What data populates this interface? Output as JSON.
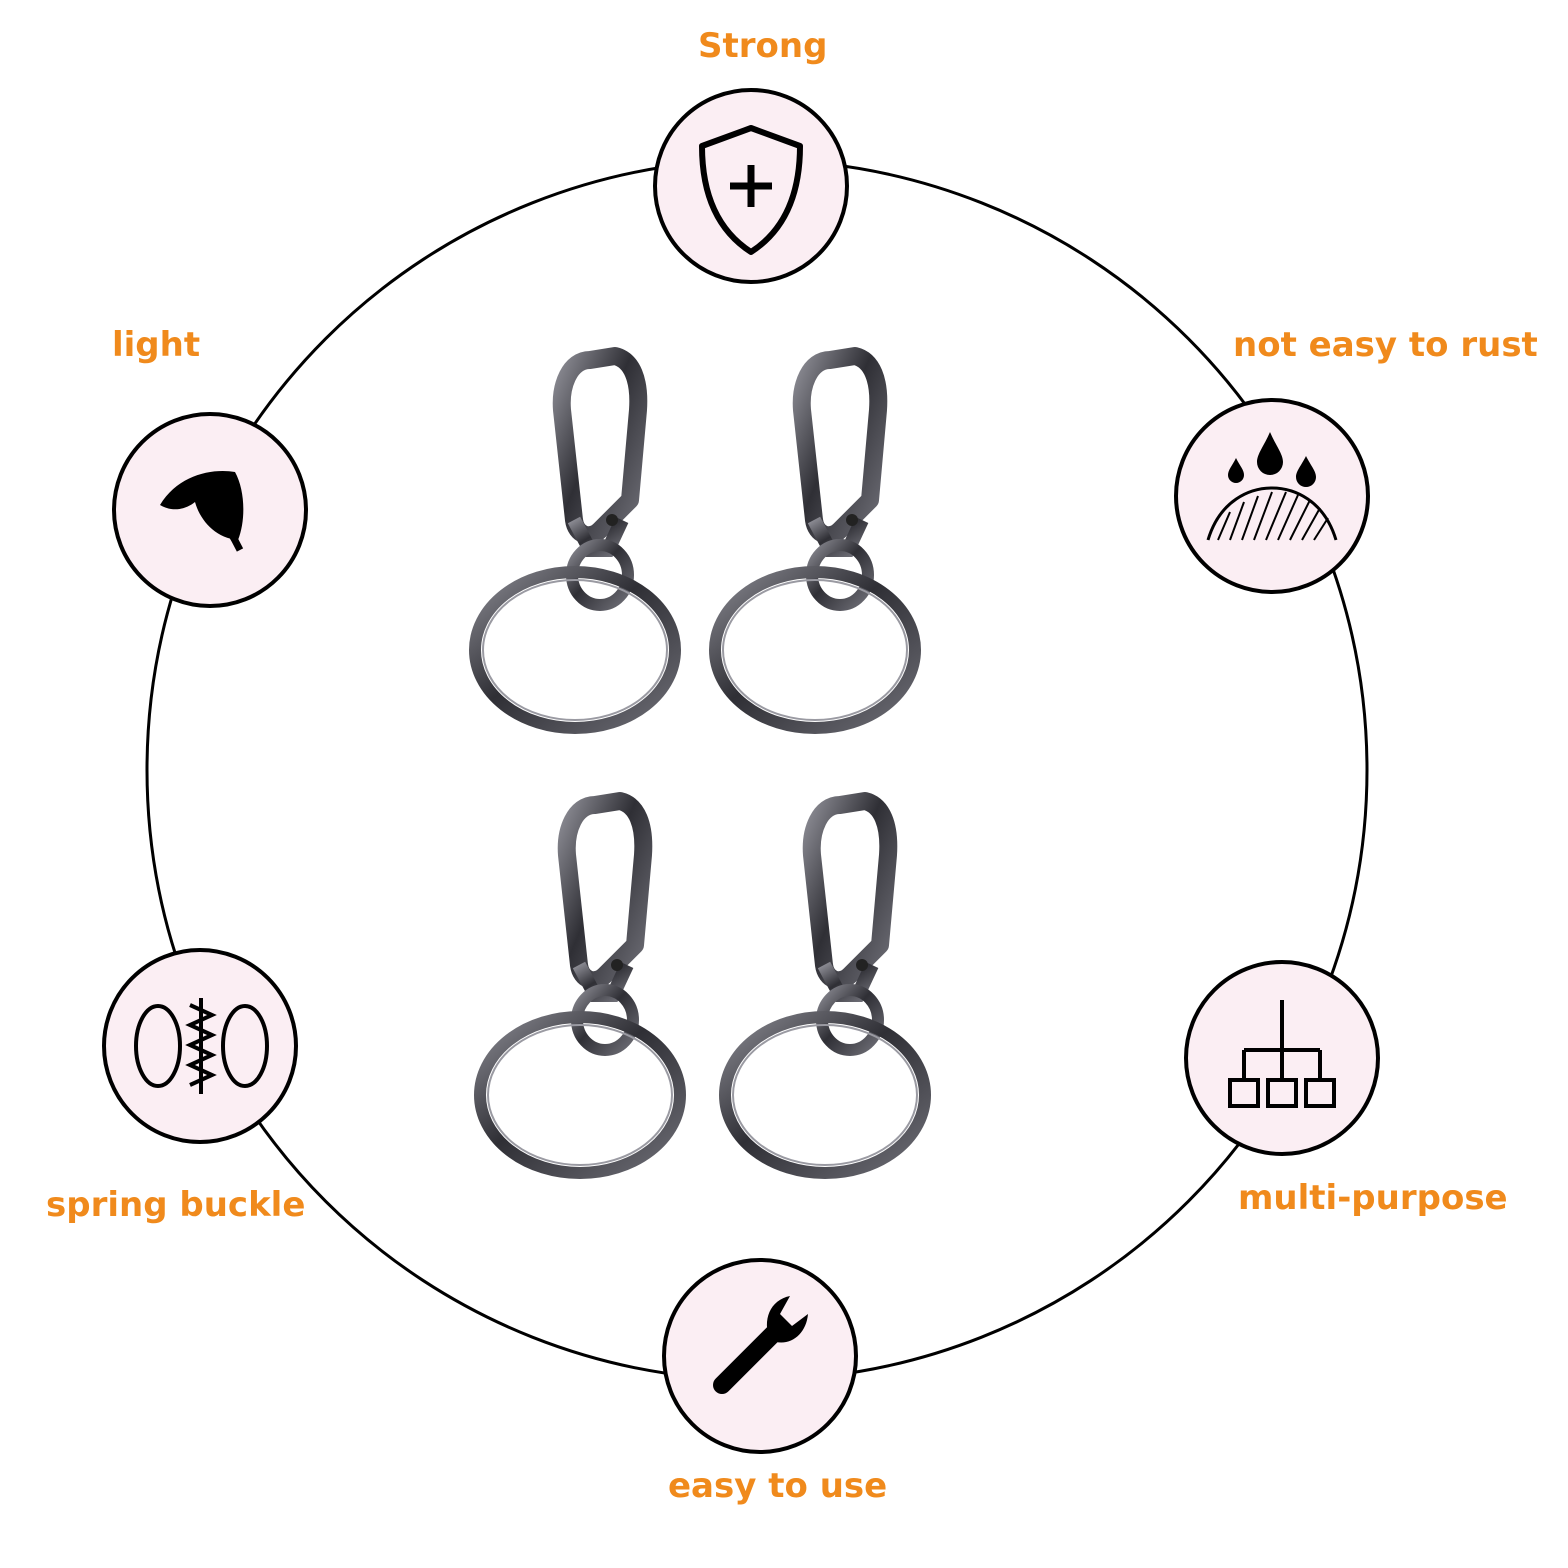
{
  "features": {
    "strong": "Strong",
    "light": "light",
    "rust": "not easy to rust",
    "spring": "spring buckle",
    "multi": "multi-purpose",
    "easy": "easy to use"
  },
  "icons": {
    "strong": "shield-plus-icon",
    "light": "leaf-icon",
    "rust": "water-drops-icon",
    "spring": "spring-icon",
    "multi": "hierarchy-icon",
    "easy": "wrench-icon"
  },
  "colors": {
    "label": "#f08a1c",
    "icon_fill": "#fbeef3",
    "stroke": "#000000",
    "metal": "#3a3a3f"
  },
  "product": {
    "count": 4
  }
}
